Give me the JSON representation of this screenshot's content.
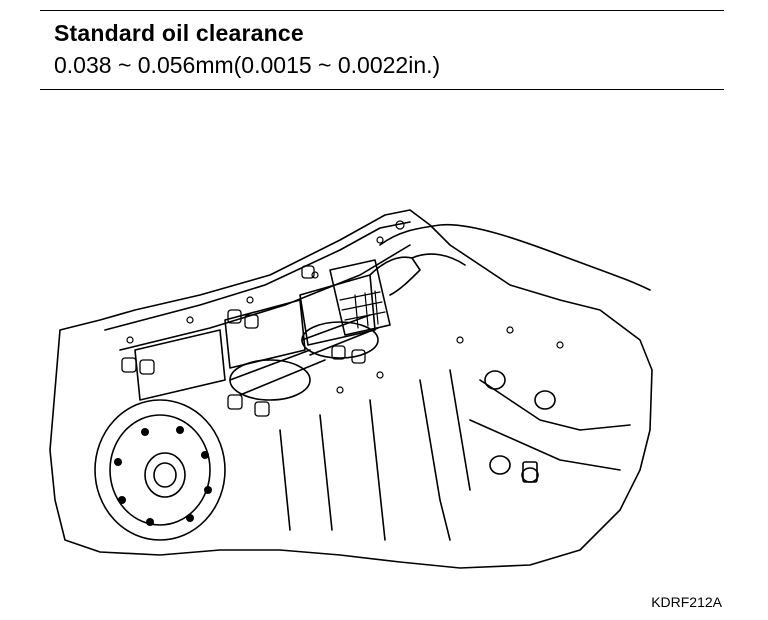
{
  "spec": {
    "title": "Standard oil clearance",
    "value": "0.038 ~ 0.056mm(0.0015 ~ 0.0022in.)"
  },
  "figure": {
    "code": "KDRF212A"
  }
}
